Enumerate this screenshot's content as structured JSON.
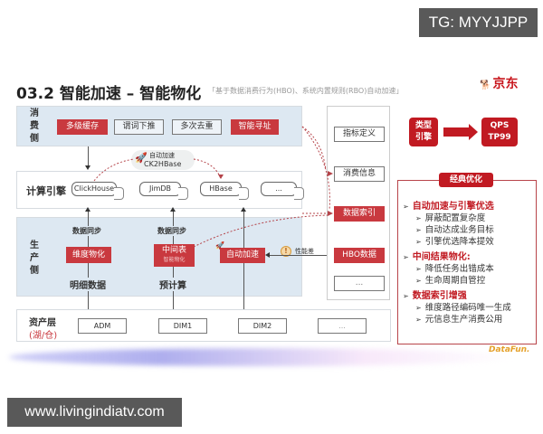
{
  "watermarks": {
    "top": "TG: MYYJJPP",
    "bottom": "www.livingindiatv.com"
  },
  "header": {
    "title": "03.2  智能加速 – 智能物化",
    "subtitle": "「基于数据消费行为(HBO)、系统内置规则(RBO)自动加速」",
    "logo_text": "京东",
    "logo_icon": "jd-dog-icon"
  },
  "consume_layer": {
    "label": "消\n费\n侧",
    "chips": [
      {
        "label": "多级缓存",
        "style": "red"
      },
      {
        "label": "谓词下推",
        "style": "outline"
      },
      {
        "label": "多次去重",
        "style": "outline"
      },
      {
        "label": "智能寻址",
        "style": "red"
      }
    ]
  },
  "acceleration_badge": {
    "icon": "rocket-icon",
    "line1": "自动加速",
    "line2": "CK2HBase"
  },
  "compute_layer": {
    "label": "计算引擎",
    "engines": [
      "ClickHouse",
      "JimDB",
      "HBase",
      "..."
    ]
  },
  "produce_layer": {
    "label": "生\n产\n侧",
    "columns": [
      {
        "top_label": "数据同步",
        "chip": "维度物化",
        "chip_sub": "",
        "bottom_label": "明细数据"
      },
      {
        "top_label": "数据同步",
        "chip": "中间表",
        "chip_sub": "智能物化",
        "bottom_label": "预计算"
      }
    ],
    "auto_accel": "自动加速",
    "perf_warning_label": "性能差",
    "perf_warning_icon": "warning-icon"
  },
  "asset_layer": {
    "label": "资产层",
    "sublabel": "(湖/仓)",
    "items": [
      "ADM",
      "DIM1",
      "DIM2",
      "..."
    ]
  },
  "metadata_column": {
    "items": [
      {
        "label": "指标定义",
        "style": "white"
      },
      {
        "label": "消费信息",
        "style": "white"
      },
      {
        "label": "数据索引",
        "style": "red"
      },
      {
        "label": "HBO数据",
        "style": "red"
      },
      {
        "label": "...",
        "style": "white"
      }
    ]
  },
  "right_panel": {
    "type_tile": "类型\n引擎",
    "metric_tile": "QPS\nTP99",
    "optimizations_title": "经典优化",
    "groups": [
      {
        "heading": "自动加速与引擎优选",
        "items": [
          "屏蔽配置复杂度",
          "自动达成业务目标",
          "引擎优选降本提效"
        ]
      },
      {
        "heading": "中间结果物化:",
        "items": [
          "降低任务出错成本",
          "生命周期自管控"
        ]
      },
      {
        "heading": "数据索引增强",
        "items": [
          "维度路径编码唯一生成",
          "元信息生产消费公用"
        ]
      }
    ]
  },
  "footer": {
    "brand": "DataFun."
  },
  "colors": {
    "accent_red": "#c11a22",
    "chip_red": "#c9393f",
    "band_blue": "#dde8f2",
    "datafun_orange": "#e5a12b"
  }
}
